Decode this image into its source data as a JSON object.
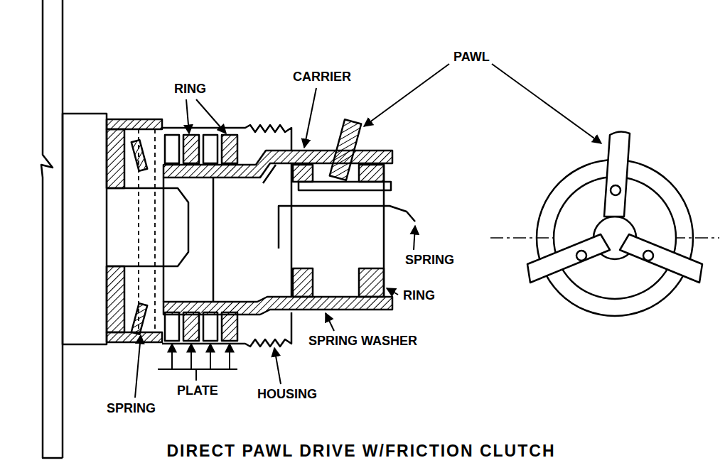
{
  "diagram": {
    "caption": "DIRECT PAWL DRIVE W/FRICTION CLUTCH",
    "labels": [
      "RING",
      "CARRIER",
      "PAWL",
      "SPRING",
      "RING",
      "SPRING WASHER",
      "SPRING",
      "PLATE",
      "HOUSING"
    ]
  }
}
